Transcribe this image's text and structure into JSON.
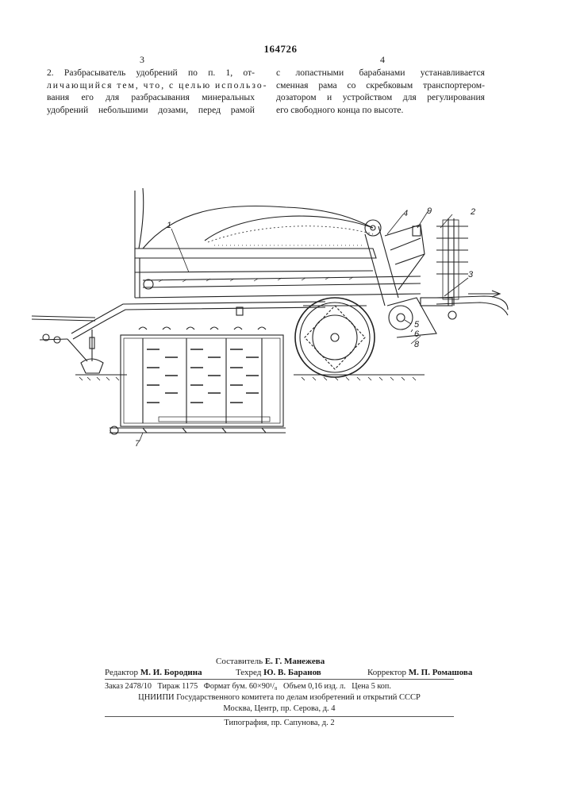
{
  "patent_number": "164726",
  "columns": {
    "left_number": "3",
    "right_number": "4",
    "left_lines": [
      "2. Разбрасыватель удобрений по п. 1, от-",
      "личающийся тем, что, с целью использо-",
      "вания его для разбрасывания минеральных",
      "удобрений небольшими дозами, перед рамой"
    ],
    "right_lines": [
      "с лопастными барабанами устанавливается",
      "сменная рама со скребковым транспортером-",
      "дозатором и устройством для регулирования",
      "его свободного конца по высоте."
    ]
  },
  "figure": {
    "callouts": [
      "1",
      "2",
      "3",
      "4",
      "5",
      "6",
      "7",
      "8",
      "9"
    ]
  },
  "credits": {
    "compiler_label": "Составитель",
    "compiler_name": "Е. Г. Манежева",
    "editor_label": "Редактор",
    "editor_name": "М. И. Бородина",
    "techred_label": "Техред",
    "techred_name": "Ю. В. Баранов",
    "corrector_label": "Корректор",
    "corrector_name": "М. П. Ромашова",
    "order_line": "Заказ 2478/10   Тираж 1175   Формат бум. 60×90¹/₈   Объем 0,16 изд. л.   Цена 5 коп.",
    "org_line": "ЦНИИПИ Государственного комитета по делам изобретений и открытий СССР",
    "address_line": "Москва, Центр, пр. Серова, д. 4",
    "printing_line": "Типография, пр. Сапунова, д. 2"
  }
}
